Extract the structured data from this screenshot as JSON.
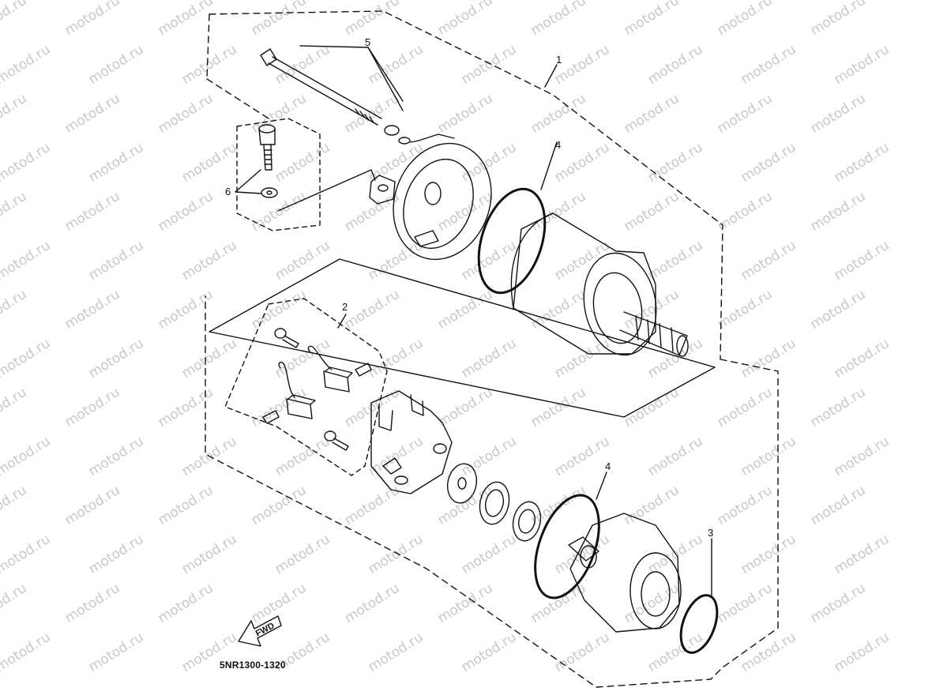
{
  "watermark": {
    "text": "motod.ru"
  },
  "callouts": {
    "c1": "1",
    "c2": "2",
    "c3": "3",
    "c4a": "4",
    "c4b": "4",
    "c5": "5",
    "c6": "6"
  },
  "fwd_label": "FWD",
  "diagram_code": "5NR1300-1320"
}
